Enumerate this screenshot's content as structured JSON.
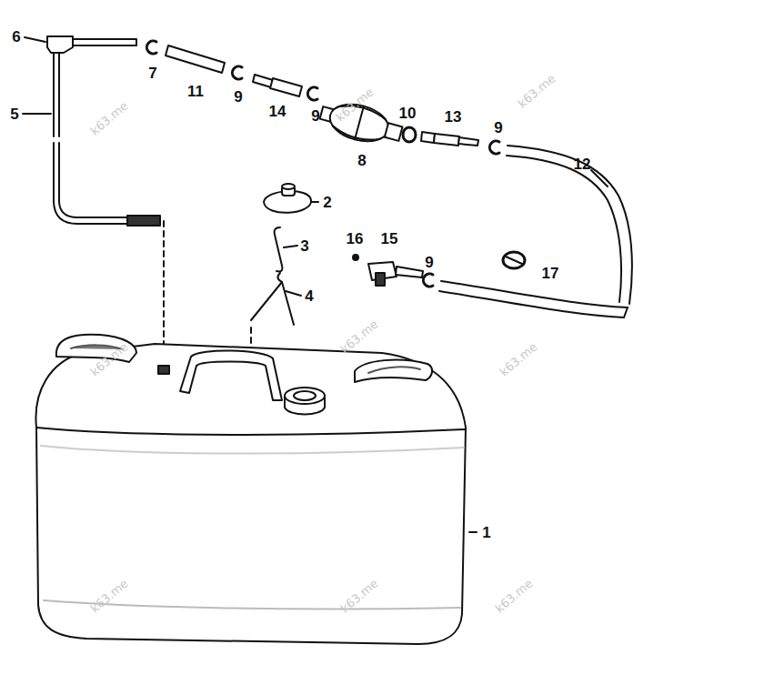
{
  "diagram": {
    "labels": [
      "6",
      "7",
      "11",
      "9",
      "14",
      "9",
      "8",
      "10",
      "13",
      "9",
      "12",
      "5",
      "2",
      "3",
      "16",
      "15",
      "9",
      "17",
      "4",
      "1",
      "k63.me",
      "k63.me",
      "k63.me",
      "k63.me",
      "k63.me",
      "k63.me",
      "k63.me",
      "k63.me",
      "k63.me"
    ]
  }
}
